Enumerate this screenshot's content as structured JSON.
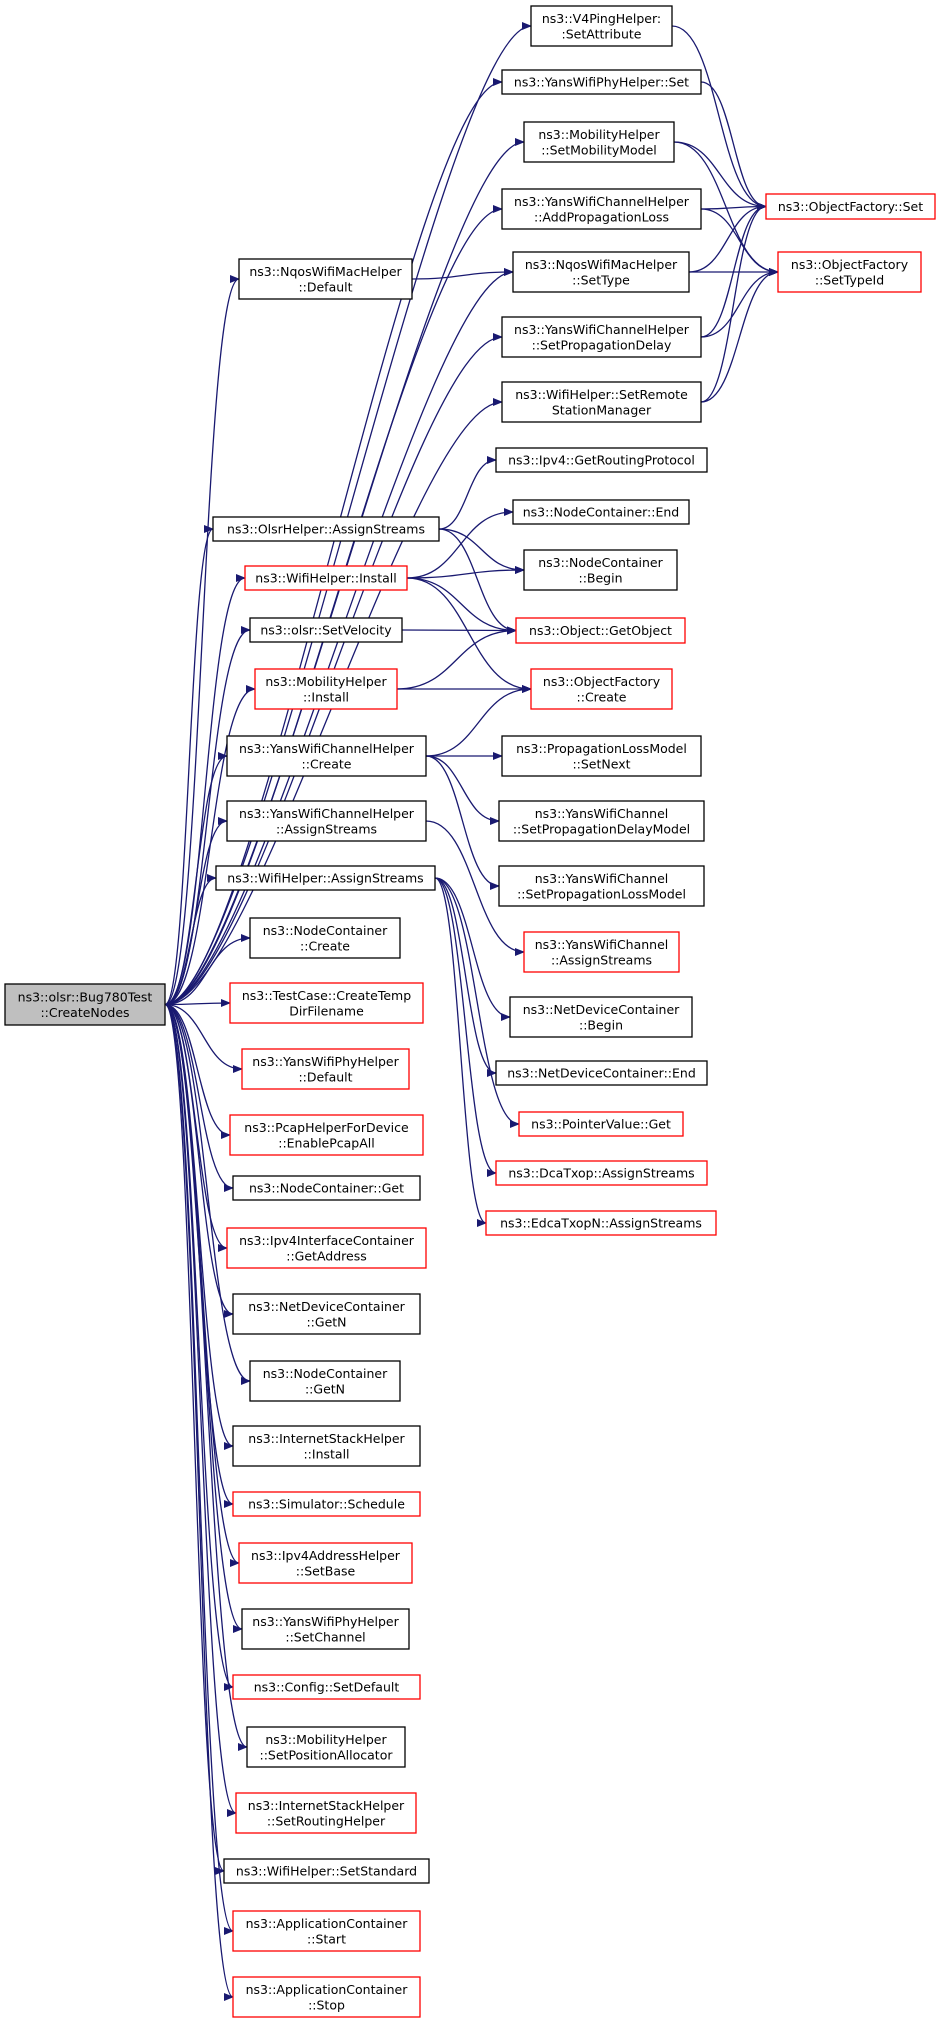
{
  "colors": {
    "edge": "#191970",
    "border_documented": "#000000",
    "border_undocumented": "#ff0000",
    "root_fill": "#bfbfbf",
    "node_fill": "#ffffff"
  },
  "nodes": [
    {
      "id": "root",
      "lines": [
        "ns3::olsr::Bug780Test",
        "::CreateNodes"
      ],
      "style": "root"
    },
    {
      "id": "v4ping",
      "lines": [
        "ns3::V4PingHelper:",
        ":SetAttribute"
      ],
      "style": "normal"
    },
    {
      "id": "yphyset",
      "lines": [
        "ns3::YansWifiPhyHelper::Set"
      ],
      "style": "normal"
    },
    {
      "id": "mobsetmodel",
      "lines": [
        "ns3::MobilityHelper",
        "::SetMobilityModel"
      ],
      "style": "normal"
    },
    {
      "id": "ofset",
      "lines": [
        "ns3::ObjectFactory::Set"
      ],
      "style": "red"
    },
    {
      "id": "ychanaddloss",
      "lines": [
        "ns3::YansWifiChannelHelper",
        "::AddPropagationLoss"
      ],
      "style": "normal"
    },
    {
      "id": "ofsettypeid",
      "lines": [
        "ns3::ObjectFactory",
        "::SetTypeId"
      ],
      "style": "red"
    },
    {
      "id": "nqosdefault",
      "lines": [
        "ns3::NqosWifiMacHelper",
        "::Default"
      ],
      "style": "normal"
    },
    {
      "id": "nqossettype",
      "lines": [
        "ns3::NqosWifiMacHelper",
        "::SetType"
      ],
      "style": "normal"
    },
    {
      "id": "ychansetdelay",
      "lines": [
        "ns3::YansWifiChannelHelper",
        "::SetPropagationDelay"
      ],
      "style": "normal"
    },
    {
      "id": "wifisetremote",
      "lines": [
        "ns3::WifiHelper::SetRemote",
        "StationManager"
      ],
      "style": "normal"
    },
    {
      "id": "ipv4getrouting",
      "lines": [
        "ns3::Ipv4::GetRoutingProtocol"
      ],
      "style": "normal"
    },
    {
      "id": "olsrassign",
      "lines": [
        "ns3::OlsrHelper::AssignStreams"
      ],
      "style": "normal"
    },
    {
      "id": "ncend",
      "lines": [
        "ns3::NodeContainer::End"
      ],
      "style": "normal"
    },
    {
      "id": "ncbegin",
      "lines": [
        "ns3::NodeContainer",
        "::Begin"
      ],
      "style": "normal"
    },
    {
      "id": "wifiinstall",
      "lines": [
        "ns3::WifiHelper::Install"
      ],
      "style": "red"
    },
    {
      "id": "olsrsetvel",
      "lines": [
        "ns3::olsr::SetVelocity"
      ],
      "style": "normal"
    },
    {
      "id": "objgetobj",
      "lines": [
        "ns3::Object::GetObject"
      ],
      "style": "red"
    },
    {
      "id": "mobinstall",
      "lines": [
        "ns3::MobilityHelper",
        "::Install"
      ],
      "style": "red"
    },
    {
      "id": "ofcreate",
      "lines": [
        "ns3::ObjectFactory",
        "::Create"
      ],
      "style": "red"
    },
    {
      "id": "ychancreate",
      "lines": [
        "ns3::YansWifiChannelHelper",
        "::Create"
      ],
      "style": "normal"
    },
    {
      "id": "plmsetnext",
      "lines": [
        "ns3::PropagationLossModel",
        "::SetNext"
      ],
      "style": "normal"
    },
    {
      "id": "ychansetdelaymodel",
      "lines": [
        "ns3::YansWifiChannel",
        "::SetPropagationDelayModel"
      ],
      "style": "normal"
    },
    {
      "id": "ychanassign",
      "lines": [
        "ns3::YansWifiChannelHelper",
        "::AssignStreams"
      ],
      "style": "normal"
    },
    {
      "id": "ychansetlossmodel",
      "lines": [
        "ns3::YansWifiChannel",
        "::SetPropagationLossModel"
      ],
      "style": "normal"
    },
    {
      "id": "wifiassign",
      "lines": [
        "ns3::WifiHelper::AssignStreams"
      ],
      "style": "normal"
    },
    {
      "id": "ywcassign",
      "lines": [
        "ns3::YansWifiChannel",
        "::AssignStreams"
      ],
      "style": "red"
    },
    {
      "id": "nccreate",
      "lines": [
        "ns3::NodeContainer",
        "::Create"
      ],
      "style": "normal"
    },
    {
      "id": "ndcbegin",
      "lines": [
        "ns3::NetDeviceContainer",
        "::Begin"
      ],
      "style": "normal"
    },
    {
      "id": "tccreatetemp",
      "lines": [
        "ns3::TestCase::CreateTemp",
        "DirFilename"
      ],
      "style": "red"
    },
    {
      "id": "ndcend",
      "lines": [
        "ns3::NetDeviceContainer::End"
      ],
      "style": "normal"
    },
    {
      "id": "yphydefault",
      "lines": [
        "ns3::YansWifiPhyHelper",
        "::Default"
      ],
      "style": "red"
    },
    {
      "id": "ptrget",
      "lines": [
        "ns3::PointerValue::Get"
      ],
      "style": "red"
    },
    {
      "id": "pcapall",
      "lines": [
        "ns3::PcapHelperForDevice",
        "::EnablePcapAll"
      ],
      "style": "red"
    },
    {
      "id": "dcaassign",
      "lines": [
        "ns3::DcaTxop::AssignStreams"
      ],
      "style": "red"
    },
    {
      "id": "ncget",
      "lines": [
        "ns3::NodeContainer::Get"
      ],
      "style": "normal"
    },
    {
      "id": "edcaassign",
      "lines": [
        "ns3::EdcaTxopN::AssignStreams"
      ],
      "style": "red"
    },
    {
      "id": "ipv4icgetaddr",
      "lines": [
        "ns3::Ipv4InterfaceContainer",
        "::GetAddress"
      ],
      "style": "red"
    },
    {
      "id": "ndcgetn",
      "lines": [
        "ns3::NetDeviceContainer",
        "::GetN"
      ],
      "style": "normal"
    },
    {
      "id": "ncgetn",
      "lines": [
        "ns3::NodeContainer",
        "::GetN"
      ],
      "style": "normal"
    },
    {
      "id": "ishinstall",
      "lines": [
        "ns3::InternetStackHelper",
        "::Install"
      ],
      "style": "normal"
    },
    {
      "id": "simschedule",
      "lines": [
        "ns3::Simulator::Schedule"
      ],
      "style": "red"
    },
    {
      "id": "ipv4setbase",
      "lines": [
        "ns3::Ipv4AddressHelper",
        "::SetBase"
      ],
      "style": "red"
    },
    {
      "id": "yphysetchan",
      "lines": [
        "ns3::YansWifiPhyHelper",
        "::SetChannel"
      ],
      "style": "normal"
    },
    {
      "id": "cfgsetdefault",
      "lines": [
        "ns3::Config::SetDefault"
      ],
      "style": "red"
    },
    {
      "id": "mobsetpos",
      "lines": [
        "ns3::MobilityHelper",
        "::SetPositionAllocator"
      ],
      "style": "normal"
    },
    {
      "id": "ishsetrouting",
      "lines": [
        "ns3::InternetStackHelper",
        "::SetRoutingHelper"
      ],
      "style": "red"
    },
    {
      "id": "wifisetstd",
      "lines": [
        "ns3::WifiHelper::SetStandard"
      ],
      "style": "normal"
    },
    {
      "id": "appstart",
      "lines": [
        "ns3::ApplicationContainer",
        "::Start"
      ],
      "style": "red"
    },
    {
      "id": "appstop",
      "lines": [
        "ns3::ApplicationContainer",
        "::Stop"
      ],
      "style": "red"
    }
  ],
  "edges": [
    [
      "root",
      "v4ping"
    ],
    [
      "root",
      "yphyset"
    ],
    [
      "root",
      "mobsetmodel"
    ],
    [
      "root",
      "ychanaddloss"
    ],
    [
      "root",
      "nqosdefault"
    ],
    [
      "root",
      "nqossettype"
    ],
    [
      "root",
      "ychansetdelay"
    ],
    [
      "root",
      "wifisetremote"
    ],
    [
      "root",
      "olsrassign"
    ],
    [
      "root",
      "wifiinstall"
    ],
    [
      "root",
      "olsrsetvel"
    ],
    [
      "root",
      "mobinstall"
    ],
    [
      "root",
      "ychancreate"
    ],
    [
      "root",
      "ychanassign"
    ],
    [
      "root",
      "wifiassign"
    ],
    [
      "root",
      "nccreate"
    ],
    [
      "root",
      "tccreatetemp"
    ],
    [
      "root",
      "yphydefault"
    ],
    [
      "root",
      "pcapall"
    ],
    [
      "root",
      "ncget"
    ],
    [
      "root",
      "ipv4icgetaddr"
    ],
    [
      "root",
      "ndcgetn"
    ],
    [
      "root",
      "ncgetn"
    ],
    [
      "root",
      "ishinstall"
    ],
    [
      "root",
      "simschedule"
    ],
    [
      "root",
      "ipv4setbase"
    ],
    [
      "root",
      "yphysetchan"
    ],
    [
      "root",
      "cfgsetdefault"
    ],
    [
      "root",
      "mobsetpos"
    ],
    [
      "root",
      "ishsetrouting"
    ],
    [
      "root",
      "wifisetstd"
    ],
    [
      "root",
      "appstart"
    ],
    [
      "root",
      "appstop"
    ],
    [
      "v4ping",
      "ofset"
    ],
    [
      "yphyset",
      "ofset"
    ],
    [
      "mobsetmodel",
      "ofset"
    ],
    [
      "mobsetmodel",
      "ofsettypeid"
    ],
    [
      "ychanaddloss",
      "ofset"
    ],
    [
      "ychanaddloss",
      "ofsettypeid"
    ],
    [
      "nqosdefault",
      "nqossettype"
    ],
    [
      "nqossettype",
      "ofset"
    ],
    [
      "nqossettype",
      "ofsettypeid"
    ],
    [
      "ychansetdelay",
      "ofset"
    ],
    [
      "ychansetdelay",
      "ofsettypeid"
    ],
    [
      "wifisetremote",
      "ofset"
    ],
    [
      "wifisetremote",
      "ofsettypeid"
    ],
    [
      "olsrassign",
      "ipv4getrouting"
    ],
    [
      "olsrassign",
      "ncbegin"
    ],
    [
      "olsrassign",
      "objgetobj"
    ],
    [
      "wifiinstall",
      "ncend"
    ],
    [
      "wifiinstall",
      "ncbegin"
    ],
    [
      "wifiinstall",
      "objgetobj"
    ],
    [
      "wifiinstall",
      "ofcreate"
    ],
    [
      "olsrsetvel",
      "objgetobj"
    ],
    [
      "mobinstall",
      "objgetobj"
    ],
    [
      "mobinstall",
      "ofcreate"
    ],
    [
      "ychancreate",
      "ofcreate"
    ],
    [
      "ychancreate",
      "plmsetnext"
    ],
    [
      "ychancreate",
      "ychansetdelaymodel"
    ],
    [
      "ychancreate",
      "ychansetlossmodel"
    ],
    [
      "ychanassign",
      "ywcassign"
    ],
    [
      "wifiassign",
      "ndcbegin"
    ],
    [
      "wifiassign",
      "ndcend"
    ],
    [
      "wifiassign",
      "ptrget"
    ],
    [
      "wifiassign",
      "dcaassign"
    ],
    [
      "wifiassign",
      "edcaassign"
    ]
  ]
}
